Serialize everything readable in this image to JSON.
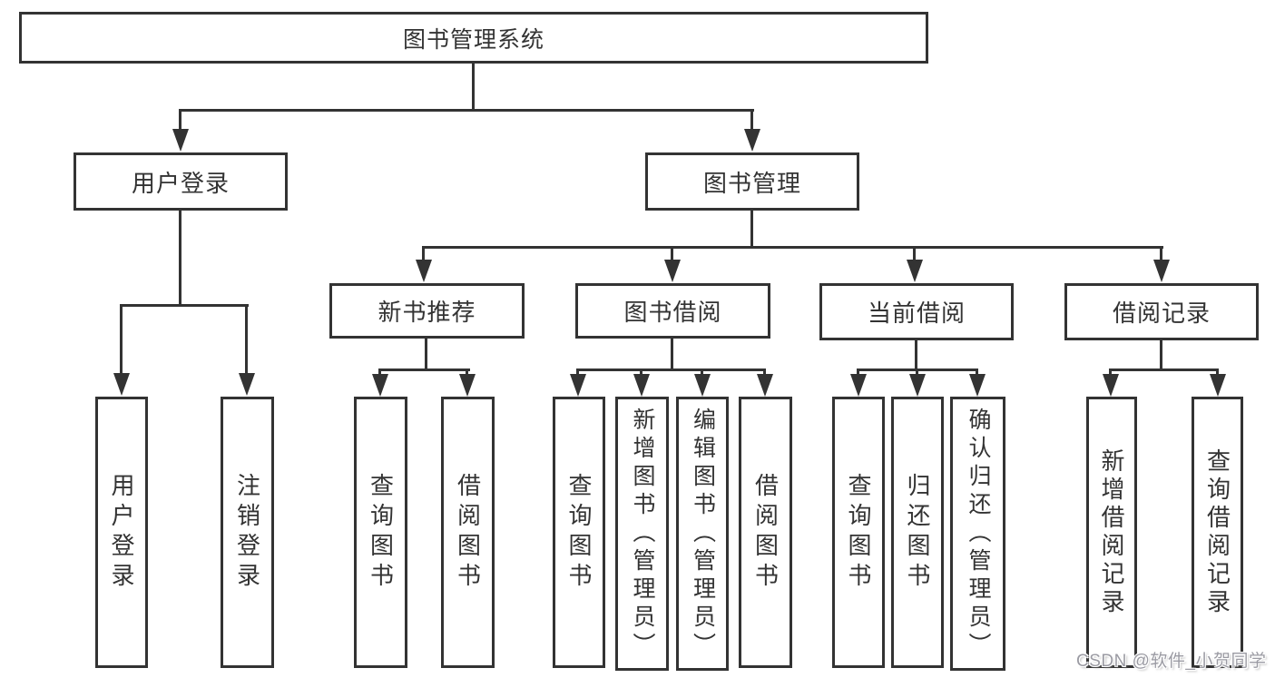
{
  "tree": {
    "root": {
      "label": "图书管理系统",
      "children": [
        {
          "label": "用户登录",
          "children": [
            {
              "label": "用户登录"
            },
            {
              "label": "注销登录"
            }
          ]
        },
        {
          "label": "图书管理",
          "children": [
            {
              "label": "新书推荐",
              "children": [
                {
                  "label": "查询图书"
                },
                {
                  "label": "借阅图书"
                }
              ]
            },
            {
              "label": "图书借阅",
              "children": [
                {
                  "label": "查询图书"
                },
                {
                  "label": "新增图书（管理员）"
                },
                {
                  "label": "编辑图书（管理员）"
                },
                {
                  "label": "借阅图书"
                }
              ]
            },
            {
              "label": "当前借阅",
              "children": [
                {
                  "label": "查询图书"
                },
                {
                  "label": "归还图书"
                },
                {
                  "label": "确认归还（管理员）"
                }
              ]
            },
            {
              "label": "借阅记录",
              "children": [
                {
                  "label": "新增借阅记录"
                },
                {
                  "label": "查询借阅记录"
                }
              ]
            }
          ]
        }
      ]
    }
  },
  "watermark": {
    "text": "CSDN @软件_小贺同学"
  },
  "colors": {
    "line": "#333333",
    "text": "#333333",
    "background": "#ffffff",
    "watermark": "#9b9ba3"
  }
}
